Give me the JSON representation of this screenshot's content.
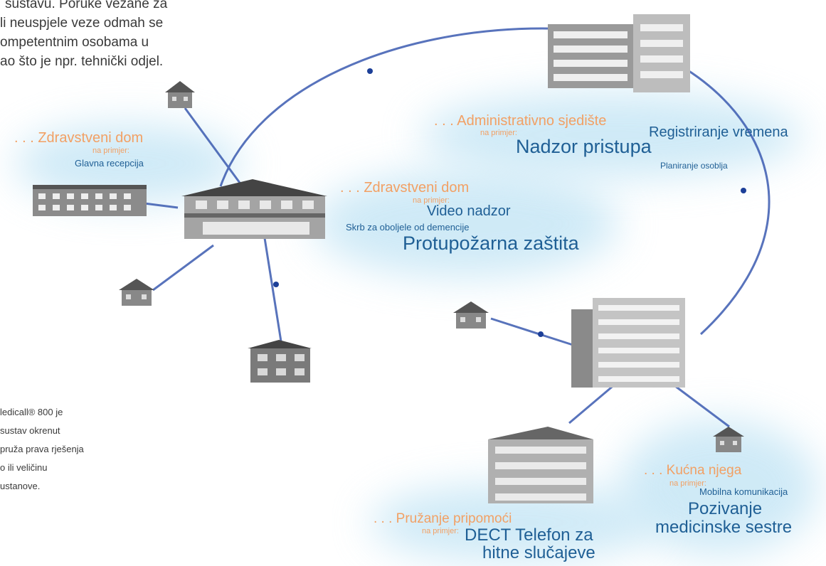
{
  "intro_text": {
    "lines": [
      "sustavu. Poruke vezane za",
      "li neuspjele veze odmah se",
      "ompetentnim osobama u",
      "ao što je npr. tehnički odjel."
    ]
  },
  "bottom_text": {
    "lines": [
      "ledicall® 800  je",
      "sustav okrenut",
      "pruža prava rješenja",
      "o ili veličinu",
      "ustanove."
    ]
  },
  "labels": {
    "health_left": {
      "title": ". . . Zdravstveni dom",
      "example": "na primjer:",
      "items": [
        "Glavna recepcija"
      ]
    },
    "health_center": {
      "title": ". . . Zdravstveni dom",
      "example": "na primjer:",
      "items": [
        "Video nadzor",
        "Skrb za oboljele od demencije",
        "Protupožarna zaštita"
      ]
    },
    "admin": {
      "title": ". . . Administrativno sjedište",
      "example": "na primjer:",
      "items": [
        "Registriranje vremena",
        "Nadzor pristupa",
        "Planiranje osoblja"
      ]
    },
    "home_care": {
      "title": ". . . Kućna njega",
      "example": "na primjer:",
      "items": [
        "Mobilna komunikacija",
        "Pozivanje",
        "medicinske sestre"
      ]
    },
    "aids": {
      "title": ". . . Pružanje pripomoći",
      "example": "na primjer:",
      "items": [
        "DECT Telefon za",
        "hitne slučajeve"
      ]
    }
  },
  "colors": {
    "accent_orange": "#f2a064",
    "text_blue": "#1f5f95",
    "network_line": "#3b5bb0",
    "glow": "#bfe3f4"
  }
}
